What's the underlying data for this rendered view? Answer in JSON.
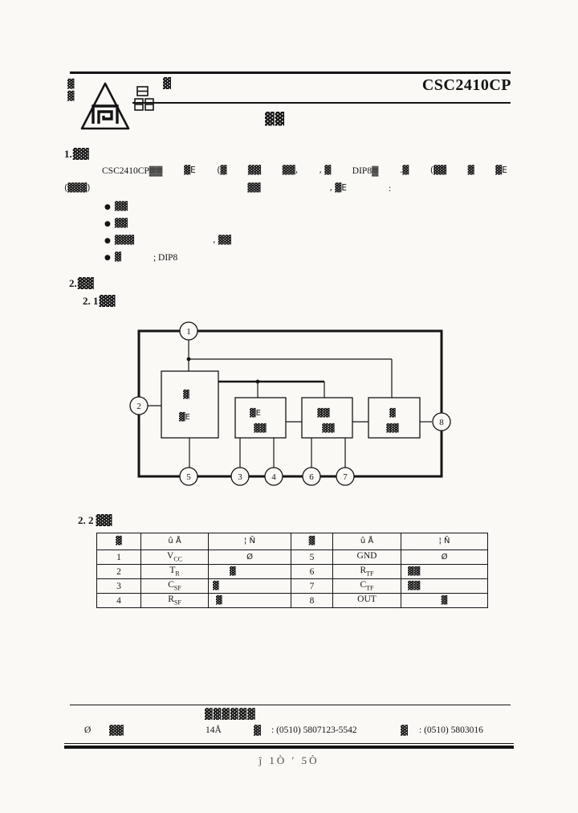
{
  "colors": {
    "ink": "#141414",
    "paper": "#faf9f6"
  },
  "header": {
    "title": "CSC2410CP",
    "corner_mark": "▓",
    "subtitle_mark": "▓▓",
    "logo_left_mark1": "▓",
    "logo_left_mark2": "▓"
  },
  "intro": {
    "section_no": "1.",
    "section_mark": "▓▓",
    "line1": [
      "CSC2410CP▓▓",
      "▓E",
      "(▓",
      "▓▓",
      "▓▓,",
      ", ▓",
      "DIP8▓",
      ".▓",
      "(▓▓",
      "▓",
      "▓E"
    ],
    "line2": [
      "(▓▓▓)",
      "▓▓",
      ", ▓E",
      ":"
    ],
    "bullet_glyph": "●",
    "bullets": [
      {
        "text": "▓▓",
        "extra": ""
      },
      {
        "text": "▓▓",
        "extra": ""
      },
      {
        "text": "▓▓▓",
        "extra": ", ▓▓"
      },
      {
        "text": "▓",
        "extra": "; DIP8"
      }
    ]
  },
  "diagram": {
    "section_no": "2.",
    "section_mark": "▓▓",
    "sub_no": "2. 1",
    "sub_mark": "▓▓",
    "pin_top": "1",
    "pin_left": "2",
    "pin_right": "8",
    "pins_bottom": [
      "5",
      "3",
      "4",
      "6",
      "7"
    ],
    "blocks": [
      {
        "l1": "▓",
        "l2": "▓E"
      },
      {
        "l1": "▓E",
        "l2": "▓▓"
      },
      {
        "l1": "▓▓",
        "l2": "▓▓"
      },
      {
        "l1": "▓",
        "l2": "▓▓"
      }
    ]
  },
  "pin_table": {
    "section_no": "2. 2",
    "section_mark": "▓▓",
    "headers": [
      "▓",
      "û   Å",
      "¦   Ñ",
      "▓",
      "û   Å",
      "¦   Ñ"
    ],
    "rows": [
      {
        "pin_l": "1",
        "sym_l": "V",
        "sub_l": "CC",
        "fn_l": "Ø",
        "pin_r": "5",
        "sym_r": "GND",
        "sub_r": "",
        "fn_r": "Ø"
      },
      {
        "pin_l": "2",
        "sym_l": "T",
        "sub_l": "R",
        "fn_l": "▓",
        "pin_r": "6",
        "sym_r": "R",
        "sub_r": "TF",
        "fn_r": "▓▓"
      },
      {
        "pin_l": "3",
        "sym_l": "C",
        "sub_l": "SF",
        "fn_l": "▓",
        "pin_r": "7",
        "sym_r": "C",
        "sub_r": "TF",
        "fn_r": "▓▓"
      },
      {
        "pin_l": "4",
        "sym_l": "R",
        "sub_l": "SF",
        "fn_l": "▓",
        "pin_r": "8",
        "sym_r": "OUT",
        "sub_r": "",
        "fn_r": "▓"
      }
    ]
  },
  "footer": {
    "company": "▓▓▓▓▓▓",
    "left_mark": "Ø",
    "left_mark2": "▓▓",
    "addr": "14Å",
    "tel_mark": "▓",
    "tel": ": (0510) 5807123-5542",
    "fax_mark": "▓",
    "fax": ": (0510) 5803016",
    "page_line": "ĵ  1Ò  ′  5Ò"
  }
}
